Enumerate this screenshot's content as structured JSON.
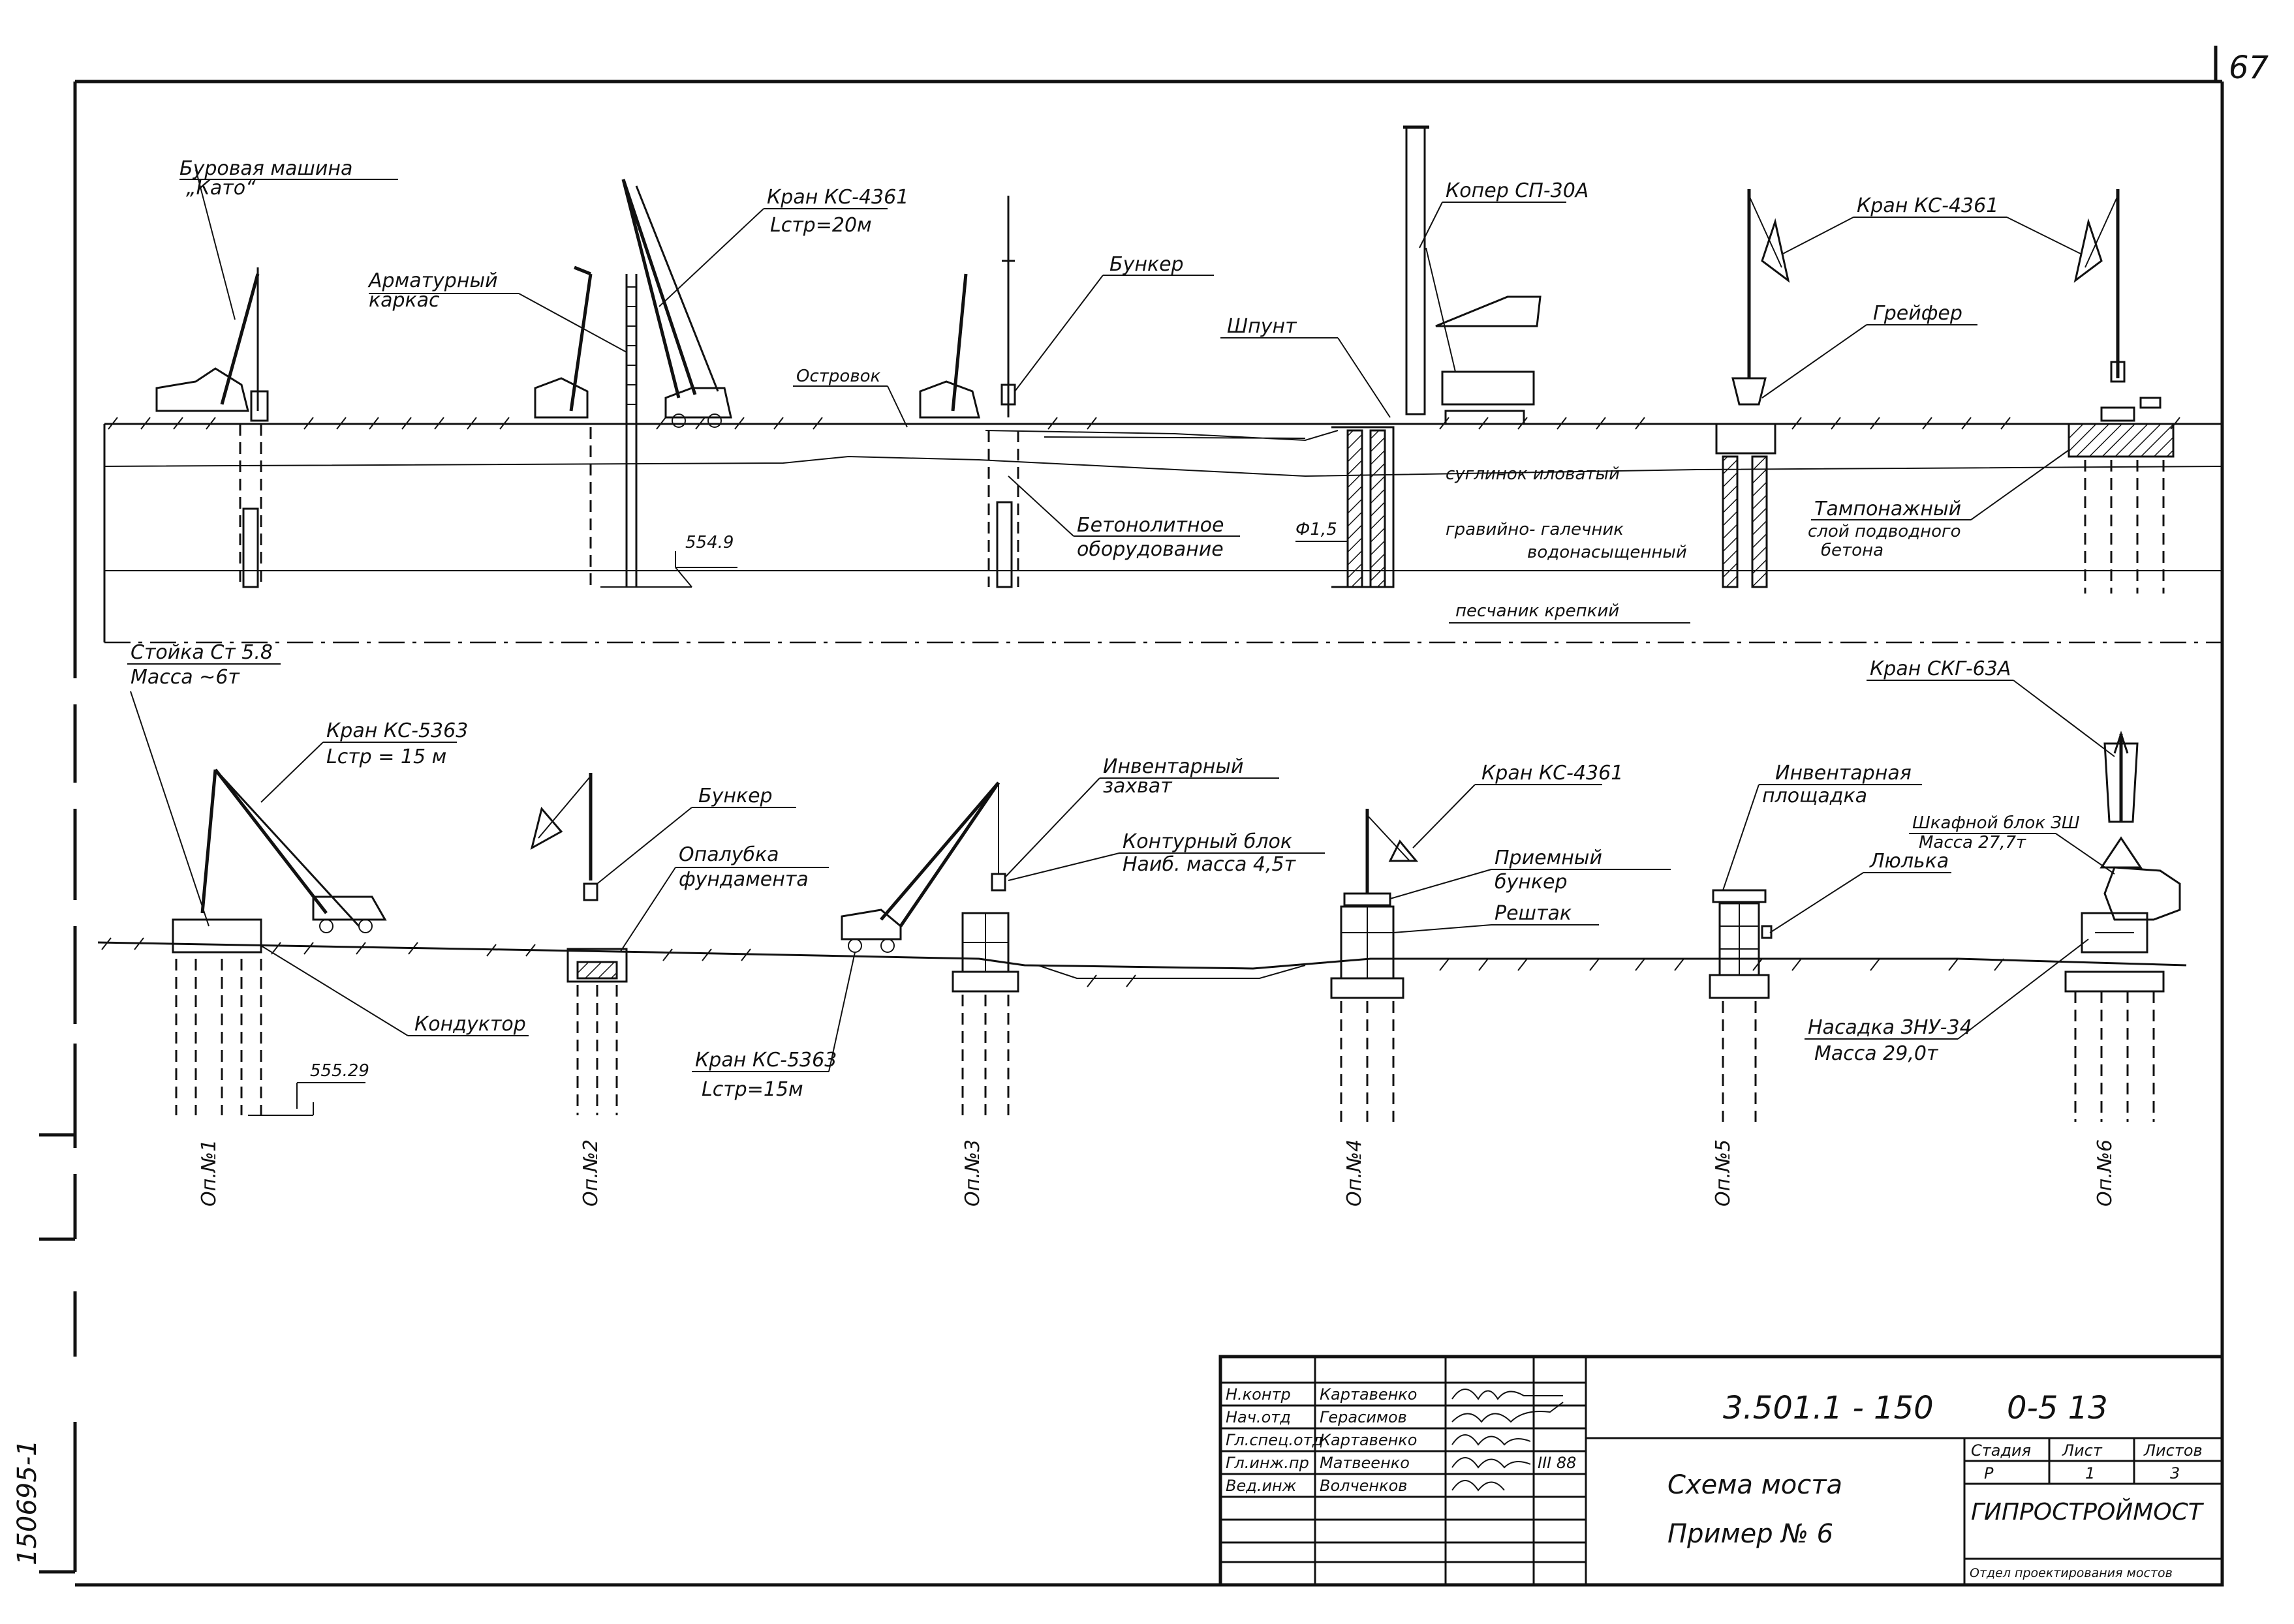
{
  "page_number": "67",
  "side_stamp": "150695-1",
  "top_section": {
    "labels": {
      "drill": [
        "Буровая машина",
        "„Като“"
      ],
      "rebar": [
        "Арматурный",
        "каркас"
      ],
      "crane_top_left": [
        "Кран КС-4361",
        "Lстр=20м"
      ],
      "ostrovok": "Островок",
      "bunker": "Бункер",
      "concrete_eq": [
        "Бетонолитное",
        "оборудование"
      ],
      "elev_top": "554.9",
      "koper": "Копер СП-30А",
      "shpunt": "Шпунт",
      "diam": "Ф1,5",
      "crane_top_right": "Кран КС-4361",
      "grab": "Грейфер",
      "tamponage": [
        "Тампонажный",
        "слой подводного",
        "бетона"
      ]
    },
    "soil": {
      "loam": "суглинок иловатый",
      "gravel": [
        "гравийно- галечник",
        "водонасыщенный"
      ],
      "sandstone": "песчаник крепкий"
    }
  },
  "bottom_section": {
    "labels": {
      "post": [
        "Стойка Ст 5.8",
        "Масса ~6т"
      ],
      "crane_5363_a": [
        "Кран КС-5363",
        "Lстр = 15 м"
      ],
      "conductor": "Кондуктор",
      "elev_bot": "555.29",
      "bunker2": "Бункер",
      "formwork": [
        "Опалубка",
        "фундамента"
      ],
      "crane_5363_b": [
        "Кран КС-5363",
        "Lстр=15м"
      ],
      "grip": [
        "Инвентарный",
        "захват"
      ],
      "contour": [
        "Контурный блок",
        "Наиб. масса 4,5т"
      ],
      "crane_4361_b": "Кран КС-4361",
      "receiving": [
        "Приемный",
        "бункер"
      ],
      "reshtak": "Рештак",
      "platform": [
        "Инвентарная",
        "площадка"
      ],
      "cradle": "Люлька",
      "crane_skg": "Кран СКГ-63А",
      "cabinet": [
        "Шкафной блок ЗШ",
        "Масса 27,7т"
      ],
      "cap": [
        "Насадка ЗНУ-34",
        "Масса 29,0т"
      ]
    },
    "supports": [
      "Оп.№1",
      "Оп.№2",
      "Оп.№3",
      "Оп.№4",
      "Оп.№5",
      "Оп.№6"
    ]
  },
  "title_block": {
    "doc_code": "3.501.1 - 150",
    "sheet_code": "0-5 13",
    "title": [
      "Схема моста",
      "Пример № 6"
    ],
    "stage_header": [
      "Стадия",
      "Лист",
      "Листов"
    ],
    "stage_values": [
      "Р",
      "1",
      "3"
    ],
    "org": "ГИПРОСТРОЙМОСТ",
    "dept": "Отдел проектирования мостов",
    "date": "III 88",
    "staff": [
      {
        "role": "Н.контр",
        "name": "Картавенко"
      },
      {
        "role": "Нач.отд",
        "name": "Герасимов"
      },
      {
        "role": "Гл.спец.отд",
        "name": "Картавенко"
      },
      {
        "role": "Гл.инж.пр",
        "name": "Матвеенко"
      },
      {
        "role": "Вед.инж",
        "name": "Волченков"
      }
    ]
  }
}
